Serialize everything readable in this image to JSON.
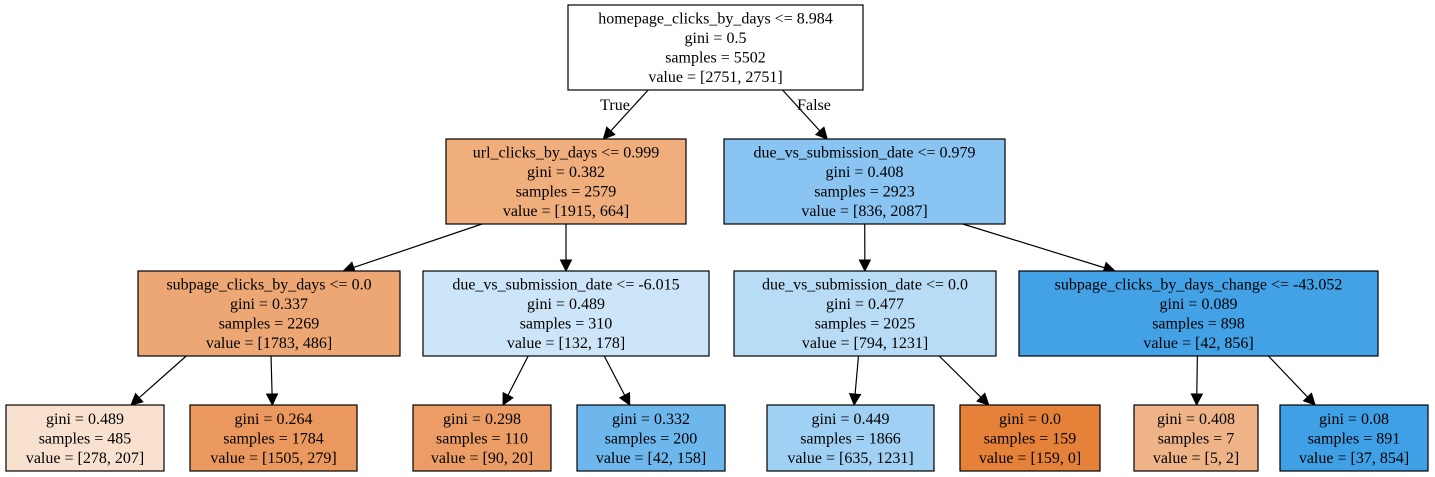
{
  "tree": {
    "nodes": [
      {
        "id": "n0",
        "color": "#ffffff",
        "lines": [
          "homepage_clicks_by_days <= 8.984",
          "gini = 0.5",
          "samples = 5502",
          "value = [2751, 2751]"
        ]
      },
      {
        "id": "n1",
        "color": "#f0ae7c",
        "lines": [
          "url_clicks_by_days <= 0.999",
          "gini = 0.382",
          "samples = 2579",
          "value = [1915, 664]"
        ]
      },
      {
        "id": "n2",
        "color": "#89c4f2",
        "lines": [
          "due_vs_submission_date <= 0.979",
          "gini = 0.408",
          "samples = 2923",
          "value = [836, 2087]"
        ]
      },
      {
        "id": "n3",
        "color": "#eda774",
        "lines": [
          "subpage_clicks_by_days <= 0.0",
          "gini = 0.337",
          "samples = 2269",
          "value = [1783, 486]"
        ]
      },
      {
        "id": "n4",
        "color": "#cde5f8",
        "lines": [
          "due_vs_submission_date <= -6.015",
          "gini = 0.489",
          "samples = 310",
          "value = [132, 178]"
        ]
      },
      {
        "id": "n5",
        "color": "#b9dcf6",
        "lines": [
          "due_vs_submission_date <= 0.0",
          "gini = 0.477",
          "samples = 2025",
          "value = [794, 1231]"
        ]
      },
      {
        "id": "n6",
        "color": "#43a2e6",
        "lines": [
          "subpage_clicks_by_days_change <= -43.052",
          "gini = 0.089",
          "samples = 898",
          "value = [42, 856]"
        ]
      },
      {
        "id": "n7",
        "color": "#f9e1cf",
        "lines": [
          "gini = 0.489",
          "samples = 485",
          "value = [278, 207]"
        ]
      },
      {
        "id": "n8",
        "color": "#ea985d",
        "lines": [
          "gini = 0.264",
          "samples = 1784",
          "value = [1505, 279]"
        ]
      },
      {
        "id": "n9",
        "color": "#eb9d65",
        "lines": [
          "gini = 0.298",
          "samples = 110",
          "value = [90, 20]"
        ]
      },
      {
        "id": "n10",
        "color": "#6db7ec",
        "lines": [
          "gini = 0.332",
          "samples = 200",
          "value = [42, 158]"
        ]
      },
      {
        "id": "n11",
        "color": "#a0d0f3",
        "lines": [
          "gini = 0.449",
          "samples = 1866",
          "value = [635, 1231]"
        ]
      },
      {
        "id": "n12",
        "color": "#e58139",
        "lines": [
          "gini = 0.0",
          "samples = 159",
          "value = [159, 0]"
        ]
      },
      {
        "id": "n13",
        "color": "#efb388",
        "lines": [
          "gini = 0.408",
          "samples = 7",
          "value = [5, 2]"
        ]
      },
      {
        "id": "n14",
        "color": "#3fa0e6",
        "lines": [
          "gini = 0.08",
          "samples = 891",
          "value = [37, 854]"
        ]
      }
    ],
    "edges": [
      {
        "from": "n0",
        "to": "n1",
        "label": "True"
      },
      {
        "from": "n0",
        "to": "n2",
        "label": "False"
      },
      {
        "from": "n1",
        "to": "n3",
        "label": ""
      },
      {
        "from": "n1",
        "to": "n4",
        "label": ""
      },
      {
        "from": "n2",
        "to": "n5",
        "label": ""
      },
      {
        "from": "n2",
        "to": "n6",
        "label": ""
      },
      {
        "from": "n3",
        "to": "n7",
        "label": ""
      },
      {
        "from": "n3",
        "to": "n8",
        "label": ""
      },
      {
        "from": "n4",
        "to": "n9",
        "label": ""
      },
      {
        "from": "n4",
        "to": "n10",
        "label": ""
      },
      {
        "from": "n5",
        "to": "n11",
        "label": ""
      },
      {
        "from": "n5",
        "to": "n12",
        "label": ""
      },
      {
        "from": "n6",
        "to": "n13",
        "label": ""
      },
      {
        "from": "n6",
        "to": "n14",
        "label": ""
      }
    ]
  }
}
